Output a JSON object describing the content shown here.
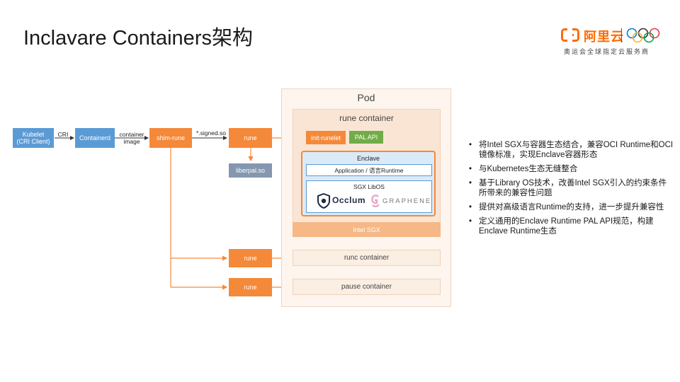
{
  "title": "Inclavare Containers架构",
  "logo": {
    "brand": "阿里云",
    "slogan": "奥运会全球指定云服务商"
  },
  "colors": {
    "blue": "#5b9bd5",
    "orange": "#f5893a",
    "gray": "#8497b0",
    "green": "#70ad47",
    "brand": "#ff6a00"
  },
  "diagram": {
    "kubelet": "Kubelet\n(CRI Client)",
    "cri_label": "CRI",
    "containerd": "Containerd",
    "container_image_label": "container\nimage",
    "shim_rune": "shim-rune",
    "signed_so_label": "*.signed.so",
    "rune": "rune",
    "liberpal": "liberpal.so",
    "pod": "Pod",
    "rune_container": "rune container",
    "init_runelet": "init-runelet",
    "pal_api": "PAL API",
    "enclave": "Enclave",
    "application": "Application / 语言Runtime",
    "sgx_libos": "SGX LibOS",
    "occlum_icon": "occlum-logo",
    "occlum": "Occlum",
    "graphene_icon": "graphene-logo",
    "graphene": "GRAPHENE",
    "intel_sgx": "Intel SGX",
    "rune_runc": "rune",
    "runc_container": "runc container",
    "rune_pause": "rune",
    "pause_container": "pause container"
  },
  "bullets": [
    "将Intel SGX与容器生态结合，兼容OCI Runtime和OCI镜像标准，实现Enclave容器形态",
    "与Kubernetes生态无缝整合",
    "基于Library OS技术，改善Intel SGX引入的约束条件所带来的兼容性问题",
    "提供对高级语言Runtime的支持，进一步提升兼容性",
    "定义通用的Enclave Runtime PAL API规范，构建Enclave Runtime生态"
  ]
}
